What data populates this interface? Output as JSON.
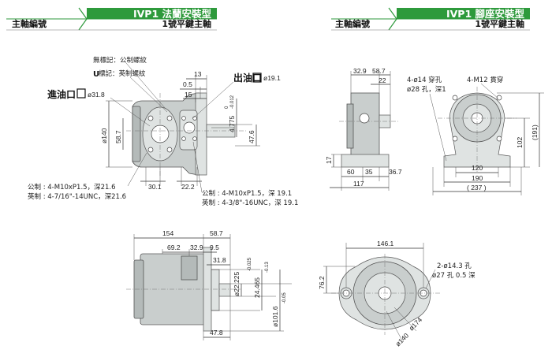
{
  "headers": {
    "left_title": "IVP1 法蘭安裝型",
    "right_title": "IVP1 腳座安裝型",
    "left_col1": "主軸編號",
    "left_col2": "1號平鍵主軸",
    "right_col1": "主軸編號",
    "right_col2": "1號平鍵主軸",
    "accent_color": "#2e9a3c"
  },
  "flange_view": {
    "legend_no_mark": "無標記：公制螺紋",
    "legend_u_prefix": "U",
    "legend_u_text": " 標記：英制螺紋",
    "inlet_label": "進油口",
    "inlet_dia": "ø31.8",
    "outlet_label": "出油口",
    "outlet_dia": "ø19.1",
    "inlet_metric": "公制 : 4-M10xP1.5，深21.6",
    "inlet_imperial": "英制 : 4-7/16\"-14UNC，深21.6",
    "outlet_metric": "公制 : 4-M10xP1.5，深 19.1",
    "outlet_imperial": "英制 : 4-3/8\"-16UNC，深 19.1",
    "dims": {
      "d13": "13",
      "d05": "0.5",
      "d15": "15",
      "d140": "ø140",
      "d587": "58.7",
      "d4775": "4.775",
      "d4775_tol_up": "0",
      "d4775_tol_dn": "-0.012",
      "d476": "47.6",
      "d301": "30.1",
      "d222": "22.2"
    }
  },
  "foot_view": {
    "hole_label": "4-ø14 穿孔",
    "hole_sub": "ø28 孔，深1",
    "tap_label": "4-M12 貫穿",
    "dims": {
      "d329": "32.9",
      "d587": "58.7",
      "d22": "22",
      "d17": "17",
      "d60": "60",
      "d35": "35",
      "d367": "36.7",
      "d117": "117",
      "d120": "120",
      "d190": "190",
      "d237": "( 237 )",
      "d102": "102",
      "d191": "(191)"
    }
  },
  "side_view": {
    "dims": {
      "d154": "154",
      "d587": "58.7",
      "d692": "69.2",
      "d329": "32.9",
      "d95": "9.5",
      "d318": "31.8",
      "d22225": "ø22.225",
      "d22225_tol": "-0.025",
      "d24465": "24.465",
      "d24465_tol": "-0.13",
      "d1016": "ø101.6",
      "d1016_tol": "-0.05",
      "d478": "47.8"
    }
  },
  "front_view": {
    "hole_label": "2-ø14.3 孔",
    "hole_sub": "ø27 孔  0.5 深",
    "dims": {
      "d1461": "146.1",
      "d762": "76.2",
      "d174": "ø174",
      "d140": "ø140"
    }
  }
}
